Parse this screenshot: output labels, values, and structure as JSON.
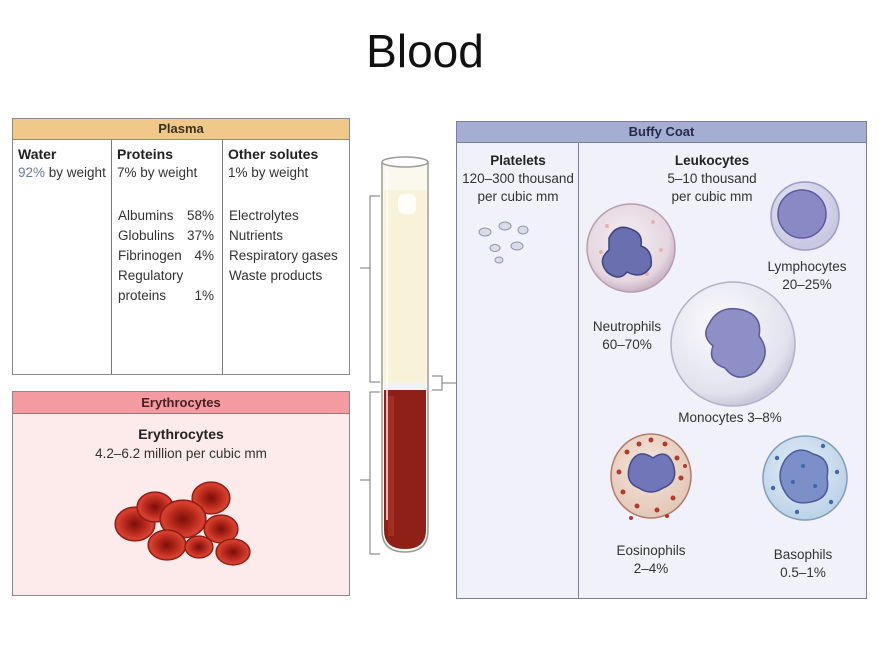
{
  "slide": {
    "title": "Blood"
  },
  "plasma": {
    "header": "Plasma",
    "water": {
      "title": "Water",
      "pct": "92%",
      "suffix": " by weight"
    },
    "proteins": {
      "title": "Proteins",
      "sub": "7% by weight",
      "items": [
        {
          "name": "Albumins",
          "pct": "58%"
        },
        {
          "name": "Globulins",
          "pct": "37%"
        },
        {
          "name": "Fibrinogen",
          "pct": "4%"
        },
        {
          "name": "Regulatory",
          "pct": ""
        },
        {
          "name": "proteins",
          "pct": "1%"
        }
      ]
    },
    "solutes": {
      "title": "Other solutes",
      "sub": "1% by weight",
      "items": [
        "Electrolytes",
        "Nutrients",
        "Respiratory gases",
        "Waste products"
      ]
    }
  },
  "erythrocytes": {
    "header": "Erythrocytes",
    "title": "Erythrocytes",
    "sub": "4.2–6.2 million per cubic mm"
  },
  "buffy": {
    "header": "Buffy Coat",
    "platelets": {
      "title": "Platelets",
      "line1": "120–300 thousand",
      "line2": "per cubic mm"
    },
    "leukocytes": {
      "title": "Leukocytes",
      "line1": "5–10 thousand",
      "line2": "per cubic mm"
    },
    "neutrophils": {
      "name": "Neutrophils",
      "pct": "60–70%"
    },
    "lymphocytes": {
      "name": "Lymphocytes",
      "pct": "20–25%"
    },
    "monocytes": {
      "label": "Monocytes 3–8%"
    },
    "eosinophils": {
      "name": "Eosinophils",
      "pct": "2–4%"
    },
    "basophils": {
      "name": "Basophils",
      "pct": "0.5–1%"
    }
  },
  "colors": {
    "plasma_header": "#f0c889",
    "erythrocyte_header": "#f39ba0",
    "buffy_header": "#a4aed3",
    "red_cell": "#c0392b",
    "tube_blood": "#8e2018",
    "tube_plasma": "#f8f3d8"
  }
}
